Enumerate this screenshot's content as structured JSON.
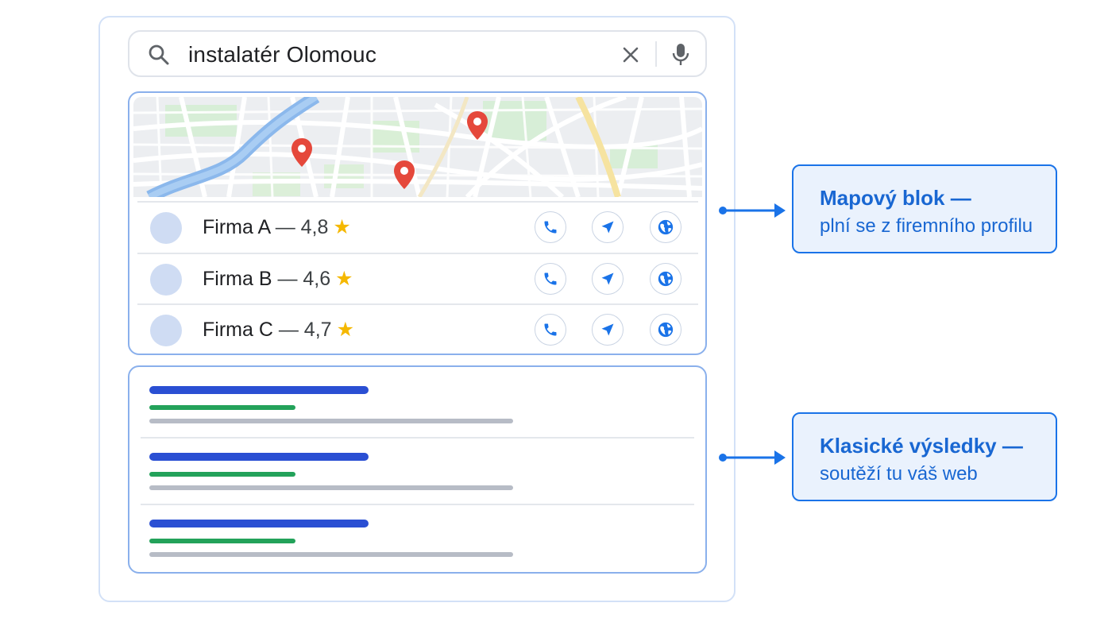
{
  "search": {
    "query": "instalatér Olomouc",
    "icons": {
      "search": "search-icon",
      "clear": "close-icon",
      "voice": "mic-icon"
    }
  },
  "map_block": {
    "pins": [
      "map-pin-icon",
      "map-pin-icon",
      "map-pin-icon"
    ],
    "businesses": [
      {
        "name": "Firma A",
        "separator": "—",
        "rating": "4,8",
        "star": "★"
      },
      {
        "name": "Firma B",
        "separator": "—",
        "rating": "4,6",
        "star": "★"
      },
      {
        "name": "Firma C",
        "separator": "—",
        "rating": "4,7",
        "star": "★"
      }
    ],
    "actions": [
      "phone-icon",
      "directions-icon",
      "globe-icon"
    ]
  },
  "organic": {
    "result_count": 3
  },
  "callouts": [
    {
      "title": "Mapový blok —",
      "subtitle": "plní se z firemního profilu"
    },
    {
      "title": "Klasické výsledky —",
      "subtitle": "soutěží tu váš web"
    }
  ],
  "colors": {
    "accent": "#1a73e8",
    "card_border": "#8ab0ec",
    "pin": "#e5483b",
    "star": "#f5b800",
    "result_title": "#2a4fd3",
    "result_url": "#23a25a",
    "result_snippet": "#b7bcc6"
  }
}
